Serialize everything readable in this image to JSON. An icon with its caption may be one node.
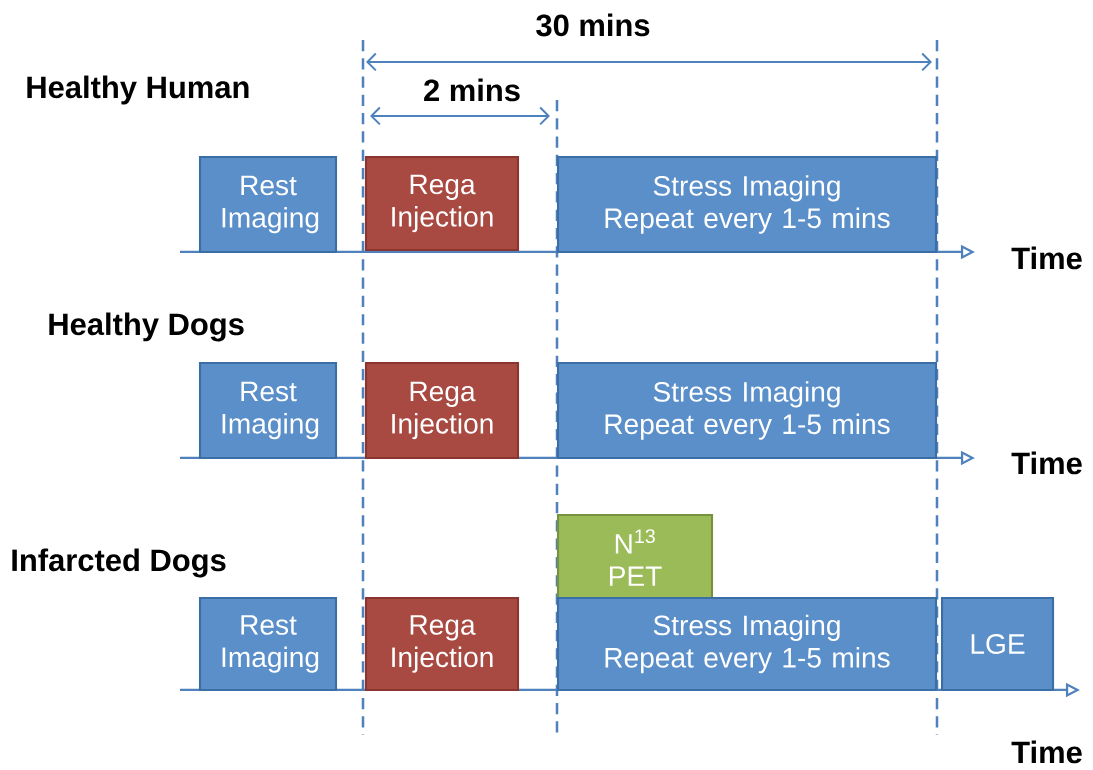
{
  "diagram": {
    "nodes": [
      {
        "text": [
          "Rest Imaging"
        ]
      },
      {
        "text": [
          "Rega Injection"
        ]
      },
      {
        "text": [
          "Stress Imaging",
          "Repeat every 1-5 mins"
        ]
      },
      {
        "text": [
          "Rest Imaging"
        ]
      },
      {
        "text": [
          "Rega Injection"
        ]
      },
      {
        "text": [
          "Stress Imaging",
          "Repeat every 1-5 mins"
        ]
      },
      {
        "text": [
          "N$^{13}$ PET"
        ]
      },
      {
        "text": [
          "Rest Imaging"
        ]
      },
      {
        "text": [
          "Rega Injection"
        ]
      },
      {
        "text": [
          "Stress Imaging",
          "Repeat every 1-5 mins"
        ]
      },
      {
        "text": [
          "LGE"
        ]
      }
    ],
    "labels": [
      "30 mins",
      "Healthy Human",
      "2 mins",
      "Time",
      "Healthy Dogs",
      "Time",
      "Infarcted Dogs",
      "Time"
    ]
  }
}
